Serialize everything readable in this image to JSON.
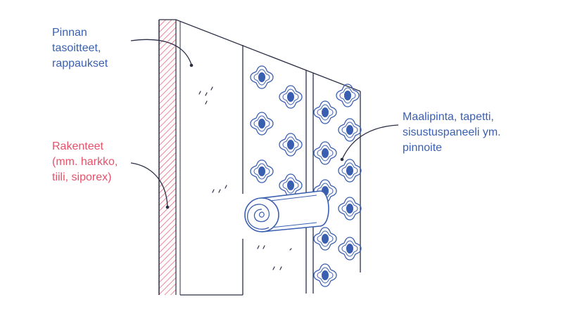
{
  "colors": {
    "blue": "#3a5fb0",
    "red": "#e8516a",
    "line": "#2b2f45"
  },
  "labels": {
    "surface": {
      "lines": [
        "Pinnan",
        "tasoitteet,",
        "rappaukset"
      ]
    },
    "structure": {
      "lines": [
        "Rakenteet",
        "(mm. harkko,",
        "tiili, siporex)"
      ]
    },
    "finish": {
      "lines": [
        "Maalipinta, tapetti,",
        "sisustuspaneeli ym.",
        "pinnoite"
      ]
    }
  },
  "icons": [
    "wall-structure-hatch",
    "wallpaper-pattern",
    "wallpaper-roll"
  ]
}
